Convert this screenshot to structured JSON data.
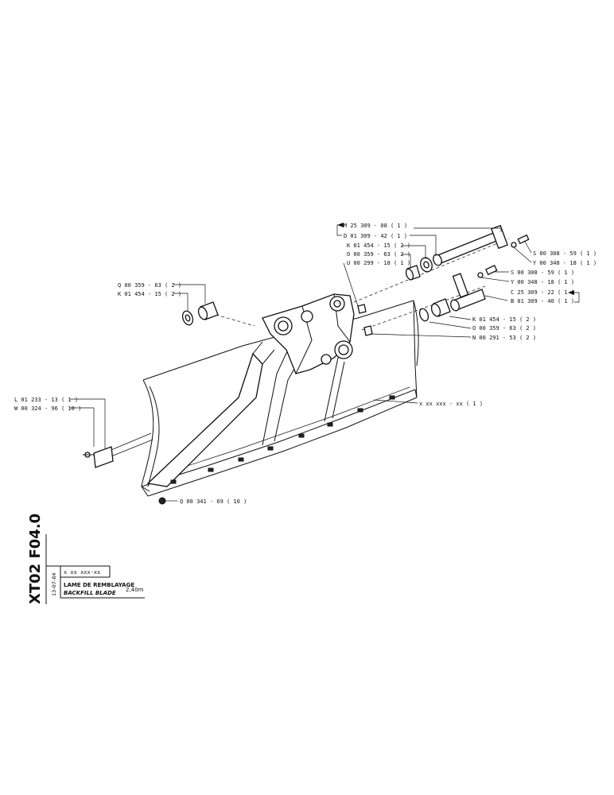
{
  "labels": {
    "m25": "M 25  309 - 08 ( 1 )",
    "d01": "D 01  309 - 42  ( 1 )",
    "k01_top": "K 01  454 - 15  ( 2 )",
    "o00_top": "O 00  359 - 63 ( 2 )",
    "u00": "U 00  299 - 18 ( 1 )",
    "s00_a": "S  00  308 - 59 ( 1 )",
    "y00_a": "Y  00  348 - 18 ( 1 )",
    "s00_b": "S  00  308 - 59 ( 1 )",
    "y00_b": "Y  00  348 - 18 ( 1 )",
    "c25": "C  25  309 - 22 ( 1 )",
    "b01": "B  01  309 - 40 ( 1 )",
    "q00_left": "Q  00  359 - 63 ( 2 )",
    "k01_left": "K 01  454 - 15 ( 2 )",
    "k01_right": "K  01  454 - 15 ( 2 )",
    "o00_right": "O  00  359 - 63 ( 2 )",
    "n00": "N  00  291 - 53 ( 2 )",
    "x_ref": "x  xx  xxx - xx  ( 1 )",
    "l01": "L  01  233 - 13 ( 1 )",
    "w00": "W 00  324 - 96 ( 10 )",
    "q00_bottom": "Q  00  341 - 69 ( 10 )"
  },
  "title_block": {
    "code": "XT02 F04.0",
    "date": "13-07-84",
    "ref": "x  xx  xxx-xx",
    "name_fr": "LAME DE REMBLAYAGE",
    "name_en": "BACKFILL BLADE",
    "size": "2,40m"
  }
}
